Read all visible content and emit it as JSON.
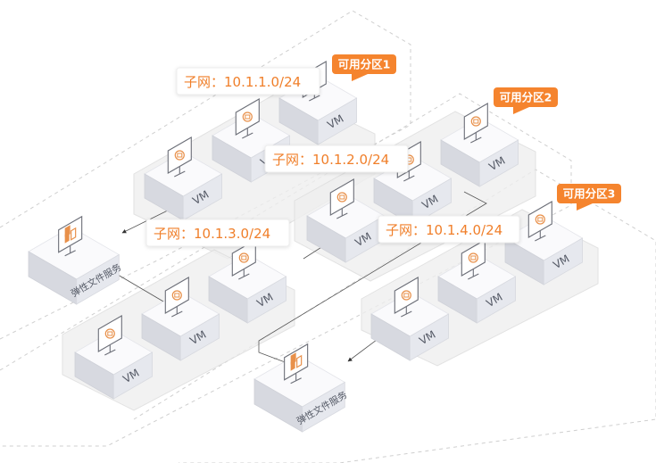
{
  "colors": {
    "accent": "#f5842e",
    "subnet_text": "#f07f2a",
    "icon_stroke": "#e8904a",
    "box_top": "#fafafc",
    "box_left": "#d7d9e0",
    "box_right": "#e6e8ee",
    "tray_fill": "#efefef",
    "tray_stroke": "#dcdcdc",
    "outline": "#cfcfcf"
  },
  "zones": [
    {
      "id": "zone1",
      "label": "可用分区1"
    },
    {
      "id": "zone2",
      "label": "可用分区2"
    },
    {
      "id": "zone3",
      "label": "可用分区3"
    }
  ],
  "subnets": [
    {
      "id": "subnet1",
      "label": "子网：10.1.1.0/24"
    },
    {
      "id": "subnet2",
      "label": "子网：10.1.2.0/24"
    },
    {
      "id": "subnet3",
      "label": "子网：10.1.3.0/24"
    },
    {
      "id": "subnet4",
      "label": "子网：10.1.4.0/24"
    }
  ],
  "vm_label": "VM",
  "efs": [
    {
      "id": "efs1",
      "label": "弹性文件服务",
      "icon": "file-storage-icon"
    },
    {
      "id": "efs2",
      "label": "弹性文件服务",
      "icon": "file-storage-icon"
    }
  ],
  "vm_icon": "vm-monitor-icon"
}
